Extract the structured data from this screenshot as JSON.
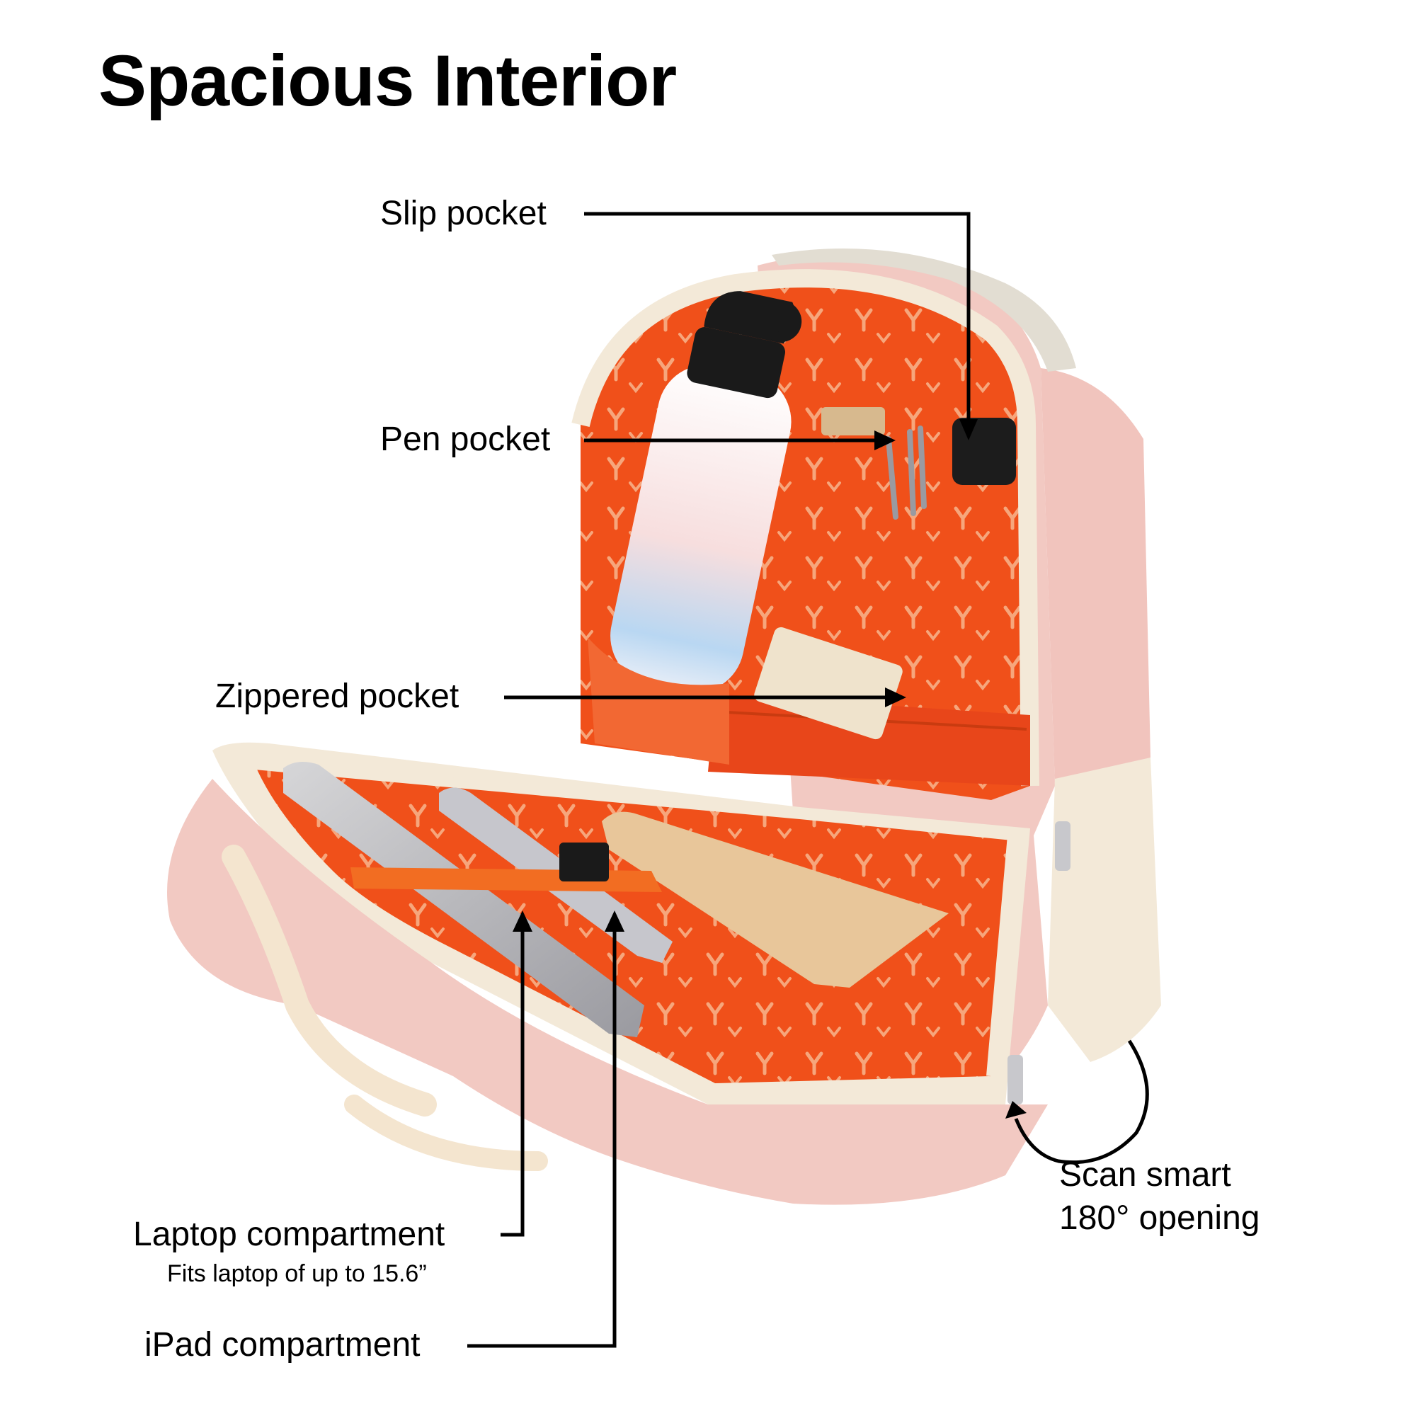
{
  "title": "Spacious Interior",
  "callouts": {
    "slip_pocket": "Slip pocket",
    "pen_pocket": "Pen pocket",
    "zippered_pocket": "Zippered pocket",
    "laptop_compartment": "Laptop compartment",
    "laptop_note": "Fits laptop of up to 15.6”",
    "ipad_compartment": "iPad compartment",
    "opening_line1": "Scan smart",
    "opening_line2": "180° opening"
  },
  "colors": {
    "lining_orange": "#f0501a",
    "shell_cream": "#f3e9d8",
    "shell_pink": "#f2c9c2",
    "callout_line": "#000000"
  }
}
